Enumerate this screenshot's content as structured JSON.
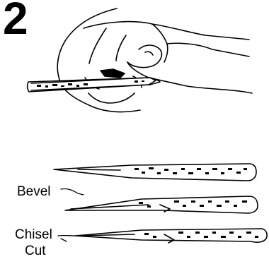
{
  "step": {
    "number": "2"
  },
  "labels": {
    "bevel": "Bevel",
    "chisel_line1": "Chisel",
    "chisel_line2": "Cut"
  },
  "colors": {
    "ink": "#000000",
    "paper": "#ffffff"
  },
  "icons": [
    "hand-holding-stick-icon",
    "pointed-stick-icon",
    "beveled-stick-icon",
    "chisel-cut-stick-icon"
  ]
}
